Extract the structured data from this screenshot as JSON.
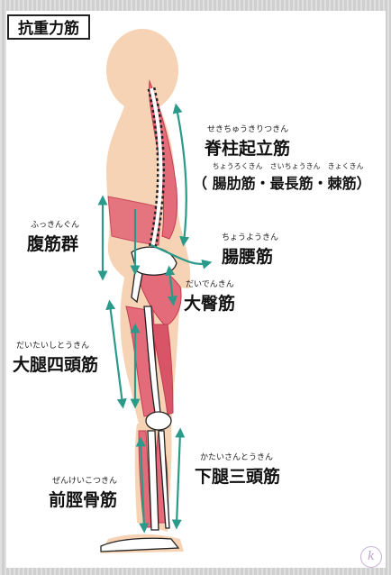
{
  "title": "抗重力筋",
  "labels": {
    "erector": {
      "ruby": "せきちゅうきりつきん",
      "name": "脊柱起立筋"
    },
    "erector_sub": {
      "open": "（",
      "ruby1": "ちょうろくきん",
      "name1": "腸肋筋",
      "sep1": "・",
      "ruby2": "さいちょうきん",
      "name2": "最長筋",
      "sep2": "・",
      "ruby3": "きょくきん",
      "name3": "棘筋",
      "close": "）"
    },
    "abdominal": {
      "ruby": "ふっきんぐん",
      "name": "腹筋群"
    },
    "iliopsoas": {
      "ruby": "ちょうようきん",
      "name": "腸腰筋"
    },
    "gluteus": {
      "ruby": "だいでんきん",
      "name": "大臀筋"
    },
    "quadriceps": {
      "ruby": "だいたいしとうきん",
      "name": "大腿四頭筋"
    },
    "triceps_surae": {
      "ruby": "かたいさんとうきん",
      "name": "下腿三頭筋"
    },
    "tibialis": {
      "ruby": "ぜんけいこつきん",
      "name": "前脛骨筋"
    }
  },
  "signature": "k",
  "colors": {
    "skin": "#f6d3b4",
    "muscle": "#e36b7a",
    "muscle_dark": "#c23c52",
    "arrow": "#2a9a8a",
    "bone": "#ffffff"
  }
}
